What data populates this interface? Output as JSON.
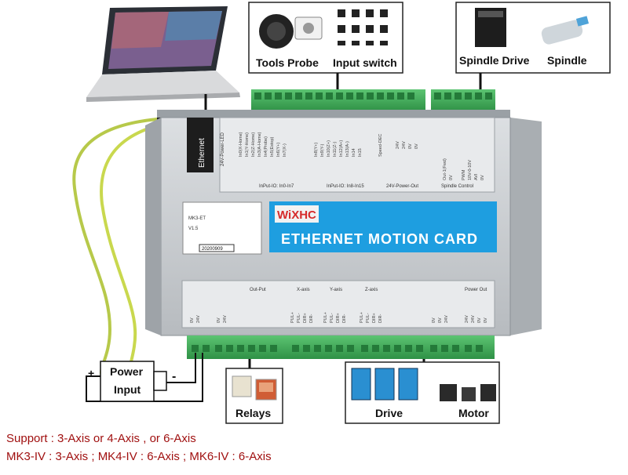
{
  "top_boxes": {
    "tools_probe": "Tools Probe",
    "input_switch": "Input switch",
    "spindle_drive": "Spindle Drive",
    "spindle": "Spindle"
  },
  "bottom_boxes": {
    "power_input_line1": "Power",
    "power_input_line2": "Input",
    "plus": "+",
    "minus": "-",
    "relays": "Relays",
    "drive": "Drive",
    "motor": "Motor"
  },
  "board": {
    "ethernet_label": "Ethernet",
    "power_led_label": "24V-Power-LED",
    "brand_logo": "WiXHC",
    "title_banner": "ETHERNET MOTION CARD",
    "model_date": "20200909",
    "model_version": "V1.5",
    "model_id": "MK3-ET",
    "input_0_7": "InPut-IO: In0-In7",
    "input_8_15": "InPut-IO: In8-In15",
    "power_out_24v": "24V-Power-Out",
    "spindle_control": "Spindle Control",
    "x_axis": "X-axis",
    "y_axis": "Y-axis",
    "z_axis": "Z-axis",
    "out_put": "Out-Put",
    "power_out": "Power Out"
  },
  "captions": {
    "line1": "Support : 3-Axis or 4-Axis , or 6-Axis",
    "line2": "MK3-IV : 3-Axis ; MK4-IV : 6-Axis ; MK6-IV : 6-Axis"
  },
  "colors": {
    "board_gray": "#c9cccf",
    "banner_blue": "#1e9ee0",
    "terminal_green": "#3fae5a",
    "caption_red": "#a01010",
    "wire_yellow_green": "#b7c94a"
  }
}
